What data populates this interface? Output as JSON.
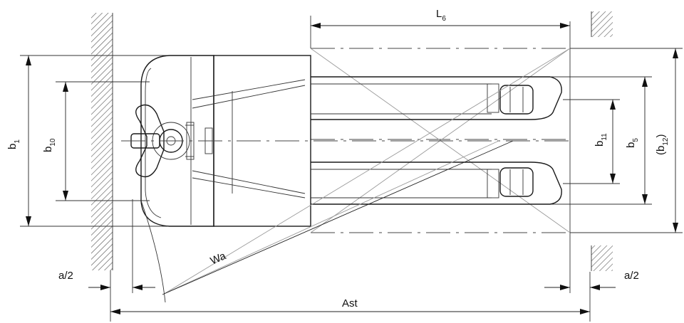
{
  "labels": {
    "L6_base": "L",
    "L6_sub": "6",
    "b1_base": "b",
    "b1_sub": "1",
    "b10_base": "b",
    "b10_sub": "10",
    "b11_base": "b",
    "b11_sub": "11",
    "b5_base": "b",
    "b5_sub": "5",
    "b12_open": "(b",
    "b12_sub": "12",
    "b12_close": ")",
    "wa": "Wa",
    "a2_left": "a/2",
    "a2_right": "a/2",
    "ast": "Ast"
  },
  "colors": {
    "line": "#1a1a1a",
    "hatch": "#555555",
    "ghost": "#9a9a9a"
  }
}
